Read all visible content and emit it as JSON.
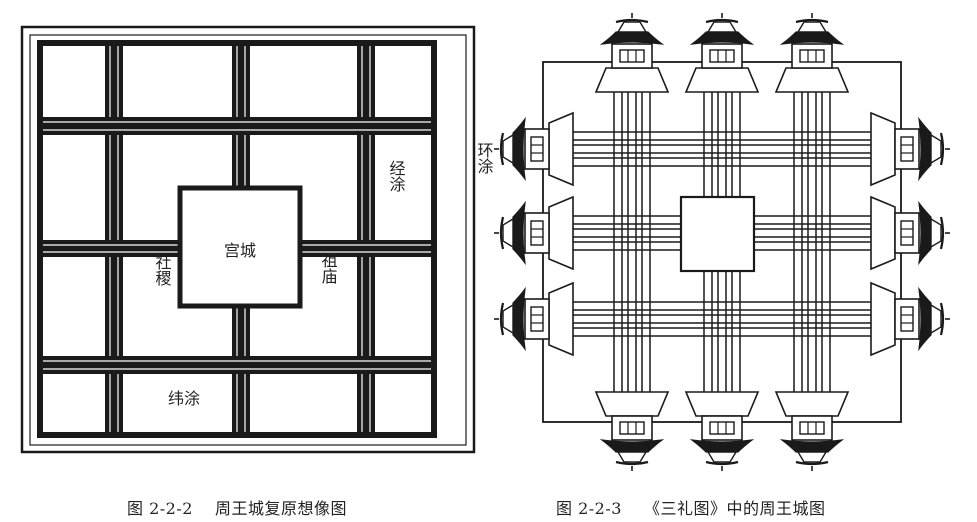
{
  "left_figure": {
    "caption_number": "图 2-2-2",
    "caption_text": "周王城复原想像图",
    "labels": {
      "palace": "宫城",
      "sheji": "社稷",
      "ancestral_temple": "祖庙",
      "ring_road": "环涂",
      "meridian_road": "经涂",
      "parallel_road": "纬涂"
    }
  },
  "right_figure": {
    "caption_number": "图 2-2-3",
    "caption_text": "《三礼图》中的周王城图"
  },
  "colors": {
    "ink": "#1a1a1a",
    "paper": "#ffffff"
  }
}
